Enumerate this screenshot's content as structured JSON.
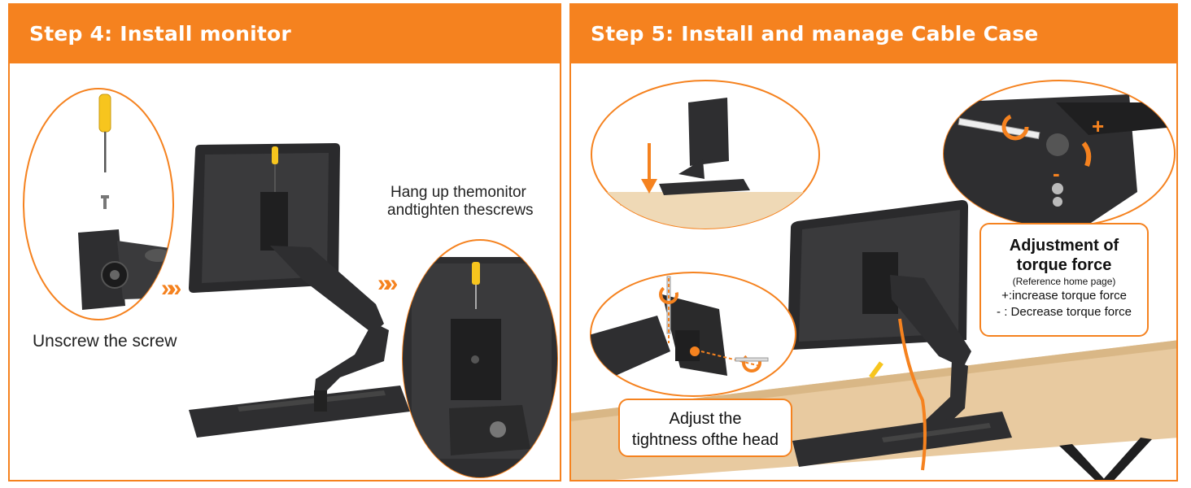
{
  "step4": {
    "title": "Step 4: Install monitor",
    "unscrew_label": "Unscrew the screw",
    "hang_line1": "Hang up themonitor",
    "hang_line2": "andtighten thescrews"
  },
  "step5": {
    "title": "Step 5:  Install and manage Cable Case",
    "adjust_head_line1": "Adjust the",
    "adjust_head_line2": "tightness ofthe head",
    "torque": {
      "title_line1": "Adjustment of",
      "title_line2": "torque force",
      "reference": "(Reference home page)",
      "increase": "+:increase  torque force",
      "decrease": "- : Decrease torque force"
    },
    "plus_sign": "+",
    "minus_sign": "-"
  },
  "colors": {
    "accent": "#f5821f",
    "hardware": "#2e2e30",
    "screwdriver": "#f7c51e",
    "desk": "#e8caa0"
  }
}
